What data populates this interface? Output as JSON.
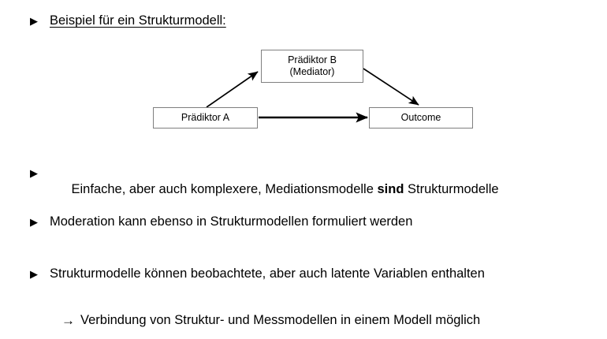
{
  "slide": {
    "heading": {
      "bullet_glyph": "▶",
      "text": "Beispiel für ein Strukturmodell:"
    },
    "diagram": {
      "name": "mediation-structural-model",
      "nodes": [
        {
          "id": "predictor-b",
          "line1": "Prädiktor B",
          "line2": "(Mediator)"
        },
        {
          "id": "predictor-a",
          "line1": "Prädiktor A",
          "line2": ""
        },
        {
          "id": "outcome",
          "line1": "Outcome",
          "line2": ""
        }
      ],
      "edges": [
        {
          "id": "a-to-b",
          "from": "predictor-a",
          "to": "predictor-b",
          "style": "thin-diagonal"
        },
        {
          "id": "b-to-outcome",
          "from": "predictor-b",
          "to": "outcome",
          "style": "thin-diagonal"
        },
        {
          "id": "a-to-outcome",
          "from": "predictor-a",
          "to": "outcome",
          "style": "thick-horizontal"
        }
      ],
      "border_color": "#7f7f7f",
      "arrow_color": "#000000"
    },
    "bullets": [
      {
        "glyph": "▶",
        "parts": [
          {
            "text": "Einfache, aber auch komplexere, Mediationsmodelle ",
            "bold": false
          },
          {
            "text": "sind",
            "bold": true
          },
          {
            "text": " Strukturmodelle",
            "bold": false
          }
        ]
      },
      {
        "glyph": "▶",
        "parts": [
          {
            "text": "Moderation kann ebenso in Strukturmodellen formuliert werden",
            "bold": false
          }
        ]
      },
      {
        "glyph": "▶",
        "parts": [
          {
            "text": "Strukturmodelle können beobachtete, aber auch latente Variablen enthalten",
            "bold": false
          }
        ]
      }
    ],
    "sub_bullet": {
      "glyph": "→",
      "text": "Verbindung von Struktur- und Messmodellen in einem Modell möglich"
    }
  }
}
